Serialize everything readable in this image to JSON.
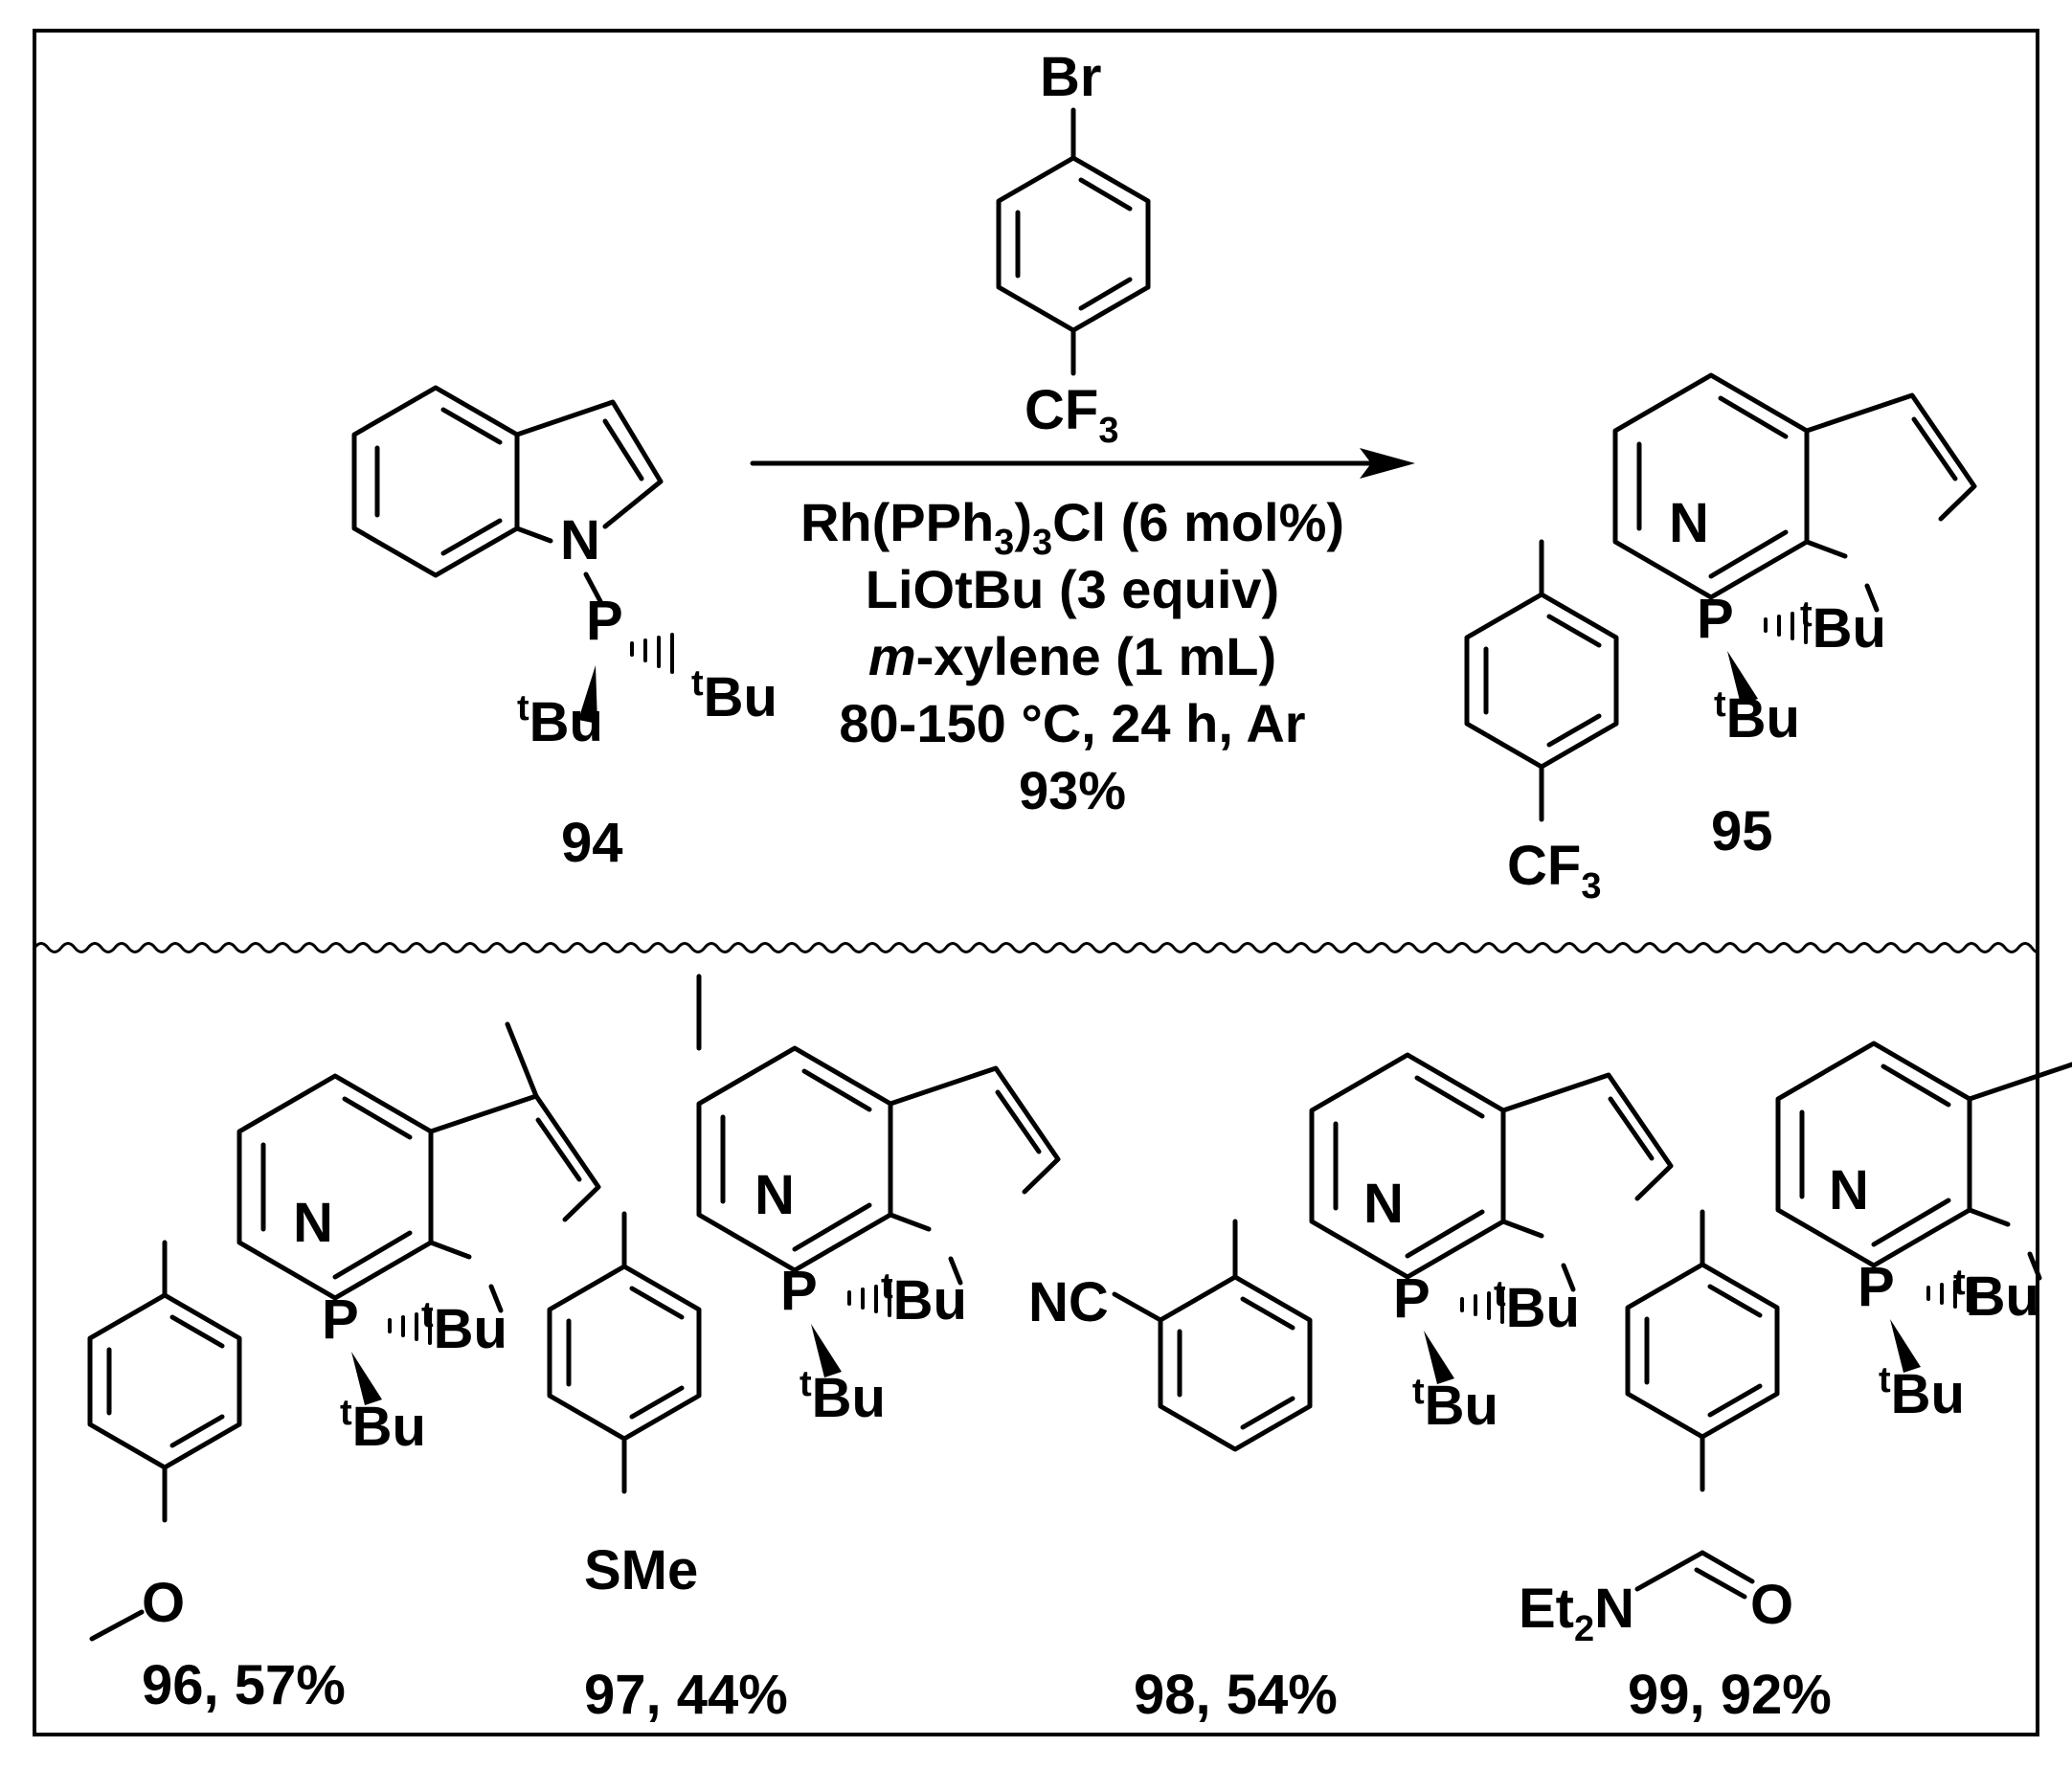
{
  "reaction": {
    "reagent_top": "Br",
    "reagent_bottom": "CF",
    "reagent_bottom_sub": "3",
    "conditions": [
      {
        "pre": "Rh(PPh",
        "sub": "3",
        "mid": ")",
        "sub2": "3",
        "post": "Cl (6 mol%)"
      },
      {
        "text": "LiOtBu (3 equiv)"
      },
      {
        "italic": "m",
        "rest": "-xylene (1 mL)"
      },
      {
        "text": "80-150 °C, 24 h, Ar"
      },
      {
        "text": "93%"
      }
    ]
  },
  "atoms": {
    "N": "N",
    "P": "P",
    "tBu_sup": "t",
    "tBu": "Bu",
    "CF": "CF",
    "CF_sub": "3",
    "O": "O",
    "SMe": "SMe",
    "NC": "NC",
    "Et": "Et",
    "Et_sub": "2",
    "amideN": "N"
  },
  "compounds": {
    "sm": {
      "label": "94"
    },
    "product": {
      "label": "95"
    },
    "c96": {
      "label": "96, 57%"
    },
    "c97": {
      "label": "97, 44%"
    },
    "c98": {
      "label": "98, 54%"
    },
    "c99": {
      "label": "99, 92%"
    }
  },
  "colors": {
    "ink": "#000000",
    "background": "#ffffff"
  }
}
